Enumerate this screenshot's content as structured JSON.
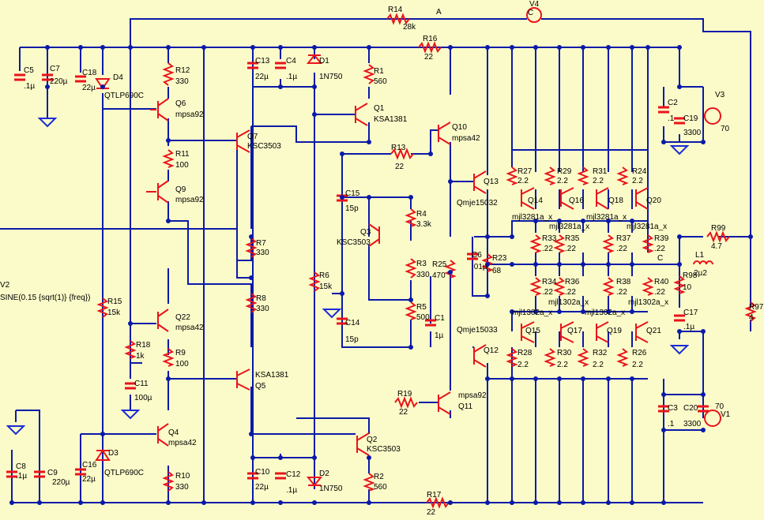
{
  "schematic": {
    "colors": {
      "background": "#fbfbc9",
      "wire": "#0a1aa8",
      "component": "#e8131b",
      "text": "#000000",
      "ground": "#1a2bd6",
      "node": "#0a1aa8"
    },
    "source_text": "SINE(0.15 {sqrt(1)} {freq})",
    "net_labels": [
      "A",
      "C"
    ],
    "components": [
      {
        "ref": "R14",
        "value": "28k",
        "type": "resistor"
      },
      {
        "ref": "V4",
        "value": "",
        "type": "source",
        "glyph": "C"
      },
      {
        "ref": "R16",
        "value": "22",
        "type": "resistor"
      },
      {
        "ref": "C5",
        "value": ".1µ",
        "type": "capacitor"
      },
      {
        "ref": "C7",
        "value": "220µ",
        "type": "capacitor"
      },
      {
        "ref": "C18",
        "value": "22µ",
        "type": "capacitor"
      },
      {
        "ref": "D4",
        "value": "QTLP690C",
        "type": "led"
      },
      {
        "ref": "R12",
        "value": "330",
        "type": "resistor"
      },
      {
        "ref": "Q6",
        "value": "mpsa92",
        "type": "pnp"
      },
      {
        "ref": "C13",
        "value": "22µ",
        "type": "capacitor"
      },
      {
        "ref": "C4",
        "value": ".1µ",
        "type": "capacitor"
      },
      {
        "ref": "D1",
        "value": "1N750",
        "type": "zener"
      },
      {
        "ref": "R1",
        "value": "560",
        "type": "resistor"
      },
      {
        "ref": "Q1",
        "value": "KSA1381",
        "type": "pnp"
      },
      {
        "ref": "C2",
        "value": ".1",
        "type": "capacitor"
      },
      {
        "ref": "C19",
        "value": "3300",
        "type": "capacitor"
      },
      {
        "ref": "V3",
        "value": "70",
        "type": "source"
      },
      {
        "ref": "Q7",
        "value": "KSC3503",
        "type": "npn"
      },
      {
        "ref": "R11",
        "value": "100",
        "type": "resistor"
      },
      {
        "ref": "Q10",
        "value": "mpsa42",
        "type": "npn"
      },
      {
        "ref": "R13",
        "value": "22",
        "type": "resistor"
      },
      {
        "ref": "Q9",
        "value": "mpsa92",
        "type": "pnp"
      },
      {
        "ref": "R27",
        "value": "2.2",
        "type": "resistor"
      },
      {
        "ref": "R29",
        "value": "2.2",
        "type": "resistor"
      },
      {
        "ref": "R31",
        "value": "2.2",
        "type": "resistor"
      },
      {
        "ref": "R24",
        "value": "2.2",
        "type": "resistor"
      },
      {
        "ref": "C15",
        "value": "15p",
        "type": "capacitor"
      },
      {
        "ref": "Q13",
        "value": "Qmje15032",
        "type": "npn"
      },
      {
        "ref": "Q14",
        "value": "mjl3281a_x",
        "type": "npn"
      },
      {
        "ref": "Q16",
        "value": "mjl3281a_x",
        "type": "npn"
      },
      {
        "ref": "Q18",
        "value": "mjl3281a_x",
        "type": "npn"
      },
      {
        "ref": "Q20",
        "value": "mjl3281a_x",
        "type": "npn"
      },
      {
        "ref": "R4",
        "value": "3.3k",
        "type": "resistor"
      },
      {
        "ref": "Q3",
        "value": "KSC3503",
        "type": "npn"
      },
      {
        "ref": "R7",
        "value": "330",
        "type": "resistor"
      },
      {
        "ref": "R33",
        "value": ".22",
        "type": "resistor"
      },
      {
        "ref": "R35",
        "value": ".22",
        "type": "resistor"
      },
      {
        "ref": "R37",
        "value": ".22",
        "type": "resistor"
      },
      {
        "ref": "R39",
        "value": ".22",
        "type": "resistor"
      },
      {
        "ref": "R99",
        "value": "4.7",
        "type": "resistor"
      },
      {
        "ref": "C6",
        "value": ".01µ",
        "type": "capacitor"
      },
      {
        "ref": "R23",
        "value": "68",
        "type": "resistor"
      },
      {
        "ref": "R25",
        "value": "470",
        "type": "resistor"
      },
      {
        "ref": "R3",
        "value": "330",
        "type": "resistor"
      },
      {
        "ref": "L1",
        "value": "2µ2",
        "type": "inductor"
      },
      {
        "ref": "R98",
        "value": "10",
        "type": "resistor"
      },
      {
        "ref": "V2",
        "value": "",
        "type": "source"
      },
      {
        "ref": "R6",
        "value": "15k",
        "type": "resistor"
      },
      {
        "ref": "R8",
        "value": "330",
        "type": "resistor"
      },
      {
        "ref": "R34",
        "value": ".22",
        "type": "resistor"
      },
      {
        "ref": "R36",
        "value": ".22",
        "type": "resistor"
      },
      {
        "ref": "R38",
        "value": ".22",
        "type": "resistor"
      },
      {
        "ref": "R40",
        "value": ".22",
        "type": "resistor"
      },
      {
        "ref": "R15",
        "value": "15k",
        "type": "resistor"
      },
      {
        "ref": "Q15",
        "value": "mjl1302a_x",
        "type": "pnp"
      },
      {
        "ref": "Q17",
        "value": "mjl1302a_x",
        "type": "pnp"
      },
      {
        "ref": "Q19",
        "value": "mjl1302a_x",
        "type": "pnp"
      },
      {
        "ref": "Q21",
        "value": "mjl1302a_x",
        "type": "pnp"
      },
      {
        "ref": "R97",
        "value": "4",
        "type": "resistor"
      },
      {
        "ref": "R5",
        "value": "500",
        "type": "resistor"
      },
      {
        "ref": "C17",
        "value": ".1µ",
        "type": "capacitor"
      },
      {
        "ref": "Q22",
        "value": "mpsa42",
        "type": "npn"
      },
      {
        "ref": "C1",
        "value": "1µ",
        "type": "capacitor"
      },
      {
        "ref": "R18",
        "value": "1k",
        "type": "resistor"
      },
      {
        "ref": "C14",
        "value": "15p",
        "type": "capacitor"
      },
      {
        "ref": "Q12",
        "value": "Qmje15033",
        "type": "pnp"
      },
      {
        "ref": "R9",
        "value": "100",
        "type": "resistor"
      },
      {
        "ref": "R28",
        "value": "2.2",
        "type": "resistor"
      },
      {
        "ref": "R30",
        "value": "2.2",
        "type": "resistor"
      },
      {
        "ref": "R32",
        "value": "2.2",
        "type": "resistor"
      },
      {
        "ref": "R26",
        "value": "2.2",
        "type": "resistor"
      },
      {
        "ref": "Q5",
        "value": "KSA1381",
        "type": "pnp"
      },
      {
        "ref": "C11",
        "value": "100µ",
        "type": "capacitor"
      },
      {
        "ref": "R19",
        "value": "22",
        "type": "resistor"
      },
      {
        "ref": "Q11",
        "value": "mpsa92",
        "type": "pnp"
      },
      {
        "ref": "C3",
        "value": ".1",
        "type": "capacitor"
      },
      {
        "ref": "C20",
        "value": "3300",
        "type": "capacitor"
      },
      {
        "ref": "V1",
        "value": "70",
        "type": "source"
      },
      {
        "ref": "Q4",
        "value": "mpsa42",
        "type": "npn"
      },
      {
        "ref": "Q2",
        "value": "KSC3503",
        "type": "npn"
      },
      {
        "ref": "C8",
        "value": ".1µ",
        "type": "capacitor"
      },
      {
        "ref": "C9",
        "value": "220µ",
        "type": "capacitor"
      },
      {
        "ref": "C16",
        "value": "22µ",
        "type": "capacitor"
      },
      {
        "ref": "D3",
        "value": "QTLP690C",
        "type": "led"
      },
      {
        "ref": "R10",
        "value": "330",
        "type": "resistor"
      },
      {
        "ref": "C10",
        "value": "22µ",
        "type": "capacitor"
      },
      {
        "ref": "C12",
        "value": ".1µ",
        "type": "capacitor"
      },
      {
        "ref": "D2",
        "value": "1N750",
        "type": "zener"
      },
      {
        "ref": "R2",
        "value": "560",
        "type": "resistor"
      },
      {
        "ref": "R17",
        "value": "22",
        "type": "resistor"
      }
    ]
  }
}
